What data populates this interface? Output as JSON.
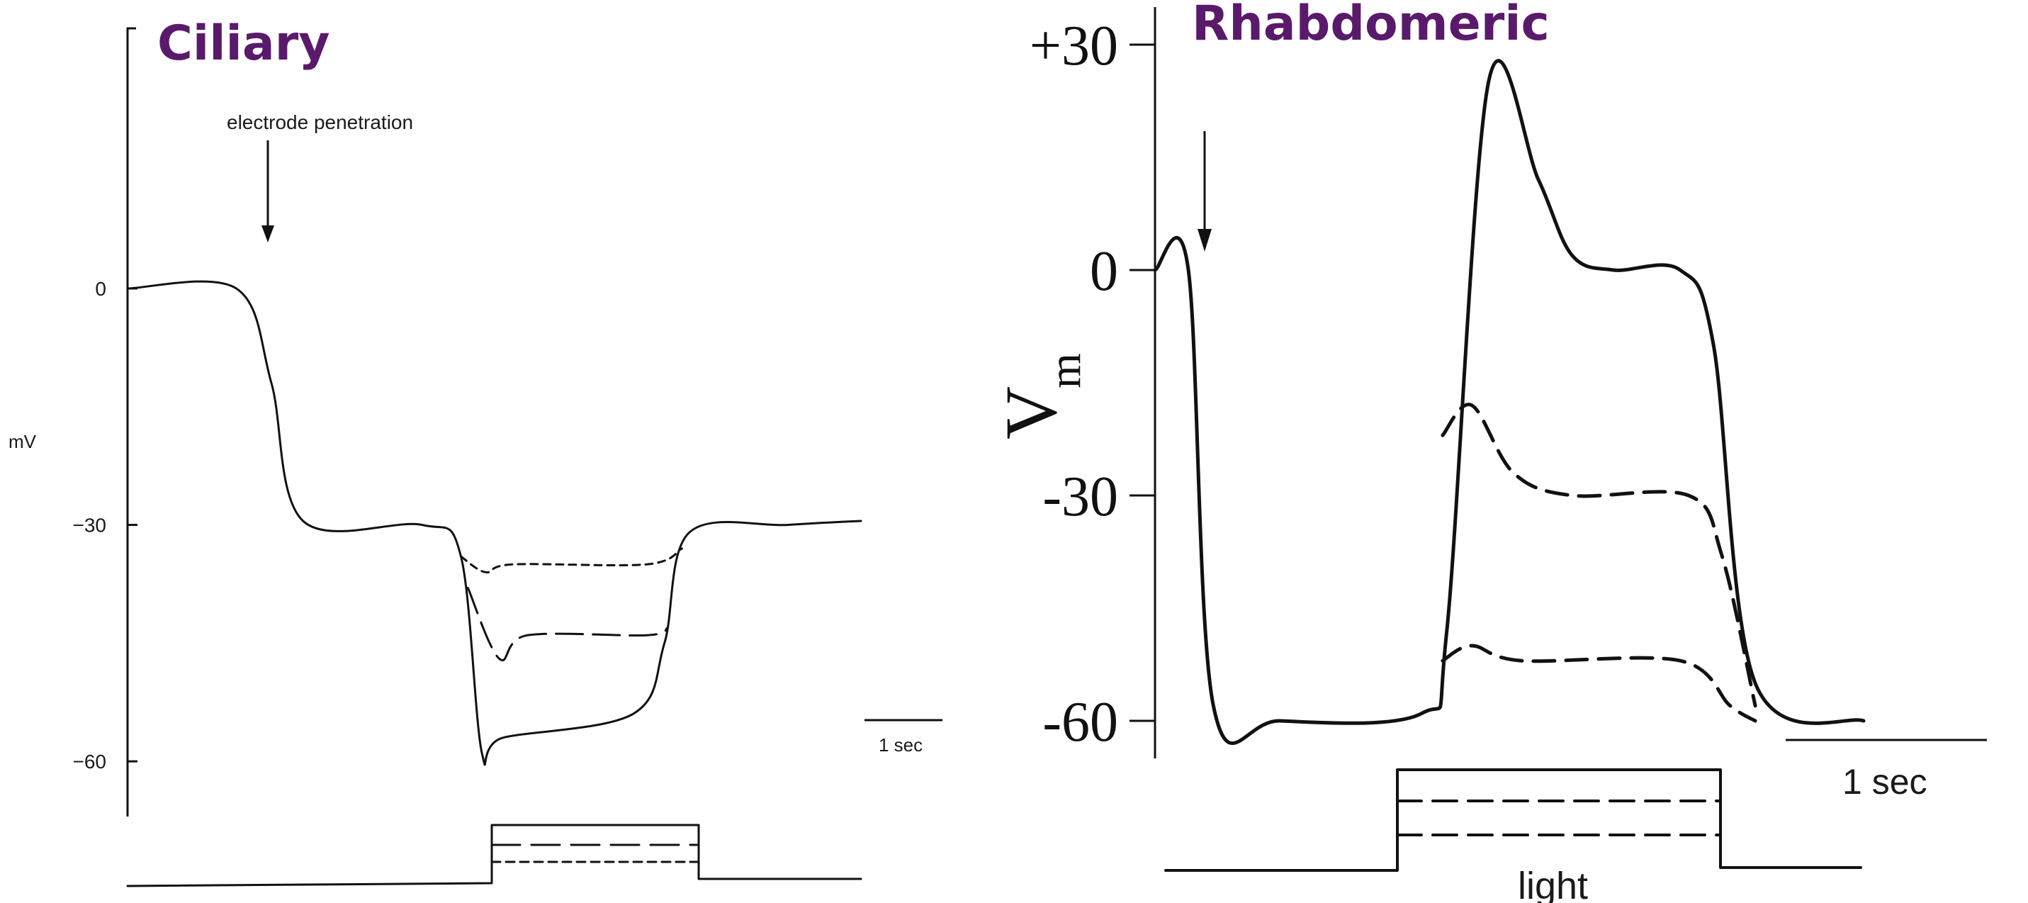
{
  "chart_data": [
    {
      "type": "line",
      "title": "Ciliary",
      "ylabel": "mV",
      "annotation": "electrode penetration",
      "scale_bar": "1 sec",
      "ylim": [
        -67,
        33
      ],
      "yticks": [
        0,
        -30,
        -60
      ],
      "ytick_labels": [
        "0",
        "−30",
        "−60"
      ],
      "series": [
        {
          "style": "solid",
          "x": [
            0,
            1.55,
            2.05,
            2.5,
            4.2,
            4.75,
            5.05,
            5.35,
            7.2,
            7.65,
            8.0,
            9.4,
            10.45
          ],
          "y": [
            0,
            0,
            -12,
            -29.5,
            -30,
            -34,
            -59,
            -57,
            -54,
            -45,
            -31,
            -30,
            -29.5
          ]
        },
        {
          "style": "dotted",
          "x": [
            4.75,
            5.1,
            5.5,
            7.4,
            7.9
          ],
          "y": [
            -34,
            -36,
            -35,
            -35,
            -33
          ]
        },
        {
          "style": "dashed",
          "x": [
            4.85,
            5.3,
            5.7,
            7.4,
            7.7
          ],
          "y": [
            -38,
            -47,
            -44,
            -44,
            -43
          ]
        }
      ],
      "stimulus": {
        "levels": [
          "solid",
          "dashed",
          "dotted"
        ]
      }
    },
    {
      "type": "line",
      "title": "Rhabdomeric",
      "ylabel": "V",
      "ylabel_sub": "m",
      "scale_bar": "1 sec",
      "stimulus_label": "light",
      "ylim": [
        -65,
        35
      ],
      "yticks": [
        30,
        0,
        -30,
        -60
      ],
      "ytick_labels": [
        "+30",
        "0",
        "-30",
        "-60"
      ],
      "series": [
        {
          "style": "solid",
          "x": [
            0,
            0.4,
            0.7,
            1.5,
            3.2,
            3.5,
            4.0,
            4.6,
            5.0,
            5.5,
            6.3,
            6.7,
            7.2,
            8.5
          ],
          "y": [
            0,
            0,
            -58,
            -60,
            -59,
            -48,
            25,
            12,
            2,
            0,
            0,
            -10,
            -55,
            -60
          ]
        },
        {
          "style": "dashed",
          "x": [
            3.45,
            3.8,
            4.3,
            5.0,
            6.4,
            6.8,
            7.2
          ],
          "y": [
            -22,
            -18,
            -27,
            -30,
            -30,
            -38,
            -58
          ]
        },
        {
          "style": "dashed",
          "x": [
            3.45,
            3.8,
            4.4,
            6.3,
            6.9,
            7.2
          ],
          "y": [
            -52,
            -50,
            -52,
            -52,
            -58,
            -60
          ]
        }
      ],
      "stimulus": {
        "levels": [
          "solid",
          "dashed",
          "dashed"
        ]
      }
    }
  ]
}
